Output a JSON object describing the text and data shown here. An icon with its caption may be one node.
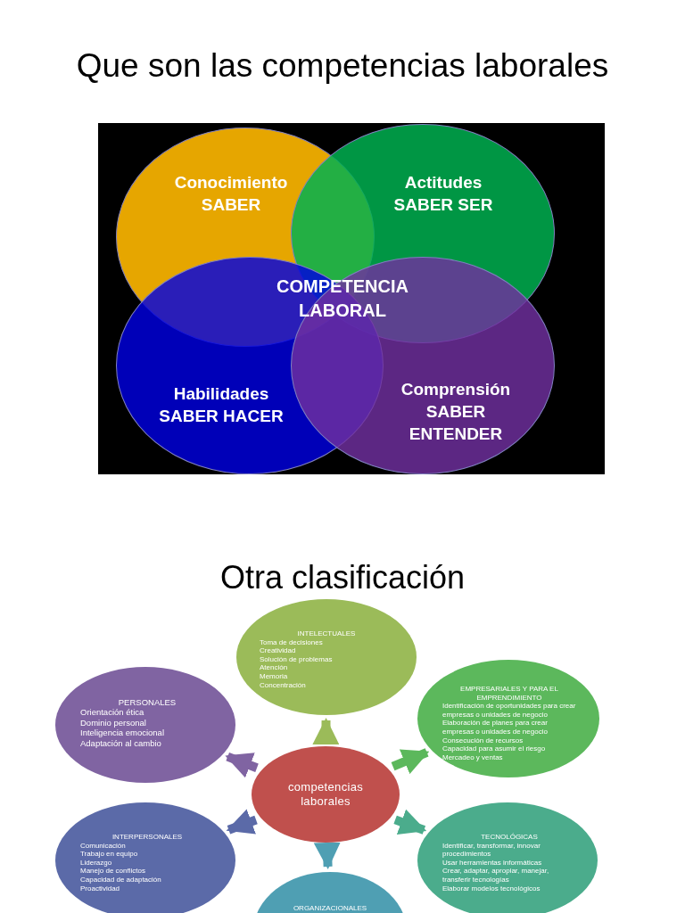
{
  "diagram": {
    "title": "Que son las competencias laborales",
    "nodes": [
      {
        "text": [
          "Conocimiento SABER"
        ]
      },
      {
        "text": [
          "Actitudes SABER SER"
        ]
      },
      {
        "text": [
          "Habilidades SABER HACER"
        ]
      },
      {
        "text": [
          "Comprensión SABER ENTENDER"
        ]
      },
      {
        "text": [
          "competencias laborales"
        ]
      },
      {
        "text": [
          "INTELECTUALES",
          "Toma de decisiones",
          "Creatividad",
          "Solución de problemas",
          "Atención",
          "Memoria",
          "Concentración"
        ]
      },
      {
        "text": [
          "EMPRESARIALES Y PARA EL EMPRENDIMIENTO",
          "Identificación de oportunidades para crear empresas o unidades de negocio",
          "Elaboración de planes para crear empresas o unidades de negocio",
          "Consecución de recursos",
          "Capacidad para asumir el riesgo",
          "Mercadeo y ventas"
        ]
      },
      {
        "text": [
          "PERSONALES",
          "Orientación ética",
          "Dominio personal",
          "Inteligencia emocional",
          "Adaptación al cambio"
        ]
      },
      {
        "text": [
          "INTERPERSONALES",
          "Comunicación",
          "Trabajo en equipo",
          "Liderazgo",
          "Manejo de conflictos",
          "Capacidad de adaptación",
          "Proactividad"
        ]
      },
      {
        "text": [
          "TECNOLÓGICAS",
          "Identificar, transformar, innovar procedimientos",
          "Usar herramientas informáticas",
          "Crear, adaptar, apropiar, manejar, transferir tecnologías",
          "Elaborar modelos tecnológicos"
        ]
      },
      {
        "text": [
          "ORGANIZACIONALES"
        ]
      }
    ],
    "edges": [
      {
        "from": 4,
        "to": 5,
        "arrow": "to",
        "color": "#9bbb59"
      },
      {
        "from": 4,
        "to": 6,
        "arrow": "to",
        "color": "#5cb85c"
      },
      {
        "from": 4,
        "to": 7,
        "arrow": "to",
        "color": "#8064a2"
      },
      {
        "from": 4,
        "to": 8,
        "arrow": "to",
        "color": "#5b6aa8"
      },
      {
        "from": 4,
        "to": 9,
        "arrow": "to",
        "color": "#4bac8c"
      },
      {
        "from": 4,
        "to": 10,
        "arrow": "to",
        "color": "#4f9fb3"
      }
    ],
    "labels": [
      "COMPETENCIA LABORAL",
      "Otra clasificación"
    ]
  }
}
